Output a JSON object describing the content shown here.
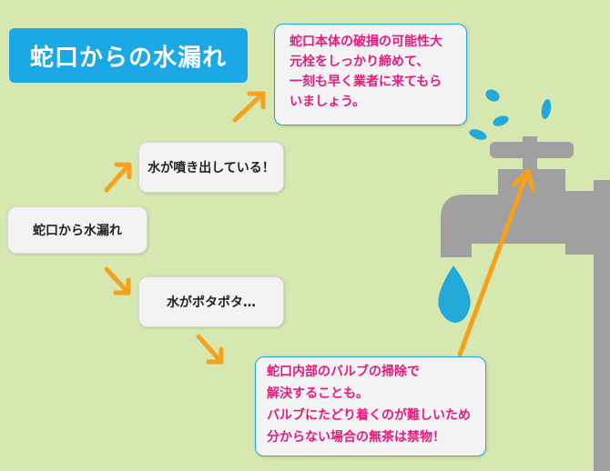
{
  "title": "蛇口からの水漏れ",
  "root": "蛇口から水漏れ",
  "branch_spray": "水が噴き出している！",
  "branch_drip": "水がポタポタ…",
  "advice_spray": [
    "蛇口本体の破損の可能性大",
    "元栓をしっかり締めて、",
    "一刻も早く業者に来てもら",
    "いましょう。"
  ],
  "advice_drip": [
    "蛇口内部のバルブの掃除で",
    "解決することも。",
    "バルブにたどり着くのが難しいため",
    "分からない場合の無茶は禁物！"
  ],
  "colors": {
    "background": "#d6e8b0",
    "title_bg": "#1ba8e6",
    "arrow": "#f5a11c",
    "advice_text": "#e8197f",
    "faucet": "#a0a0a0",
    "water": "#23a9d8"
  }
}
